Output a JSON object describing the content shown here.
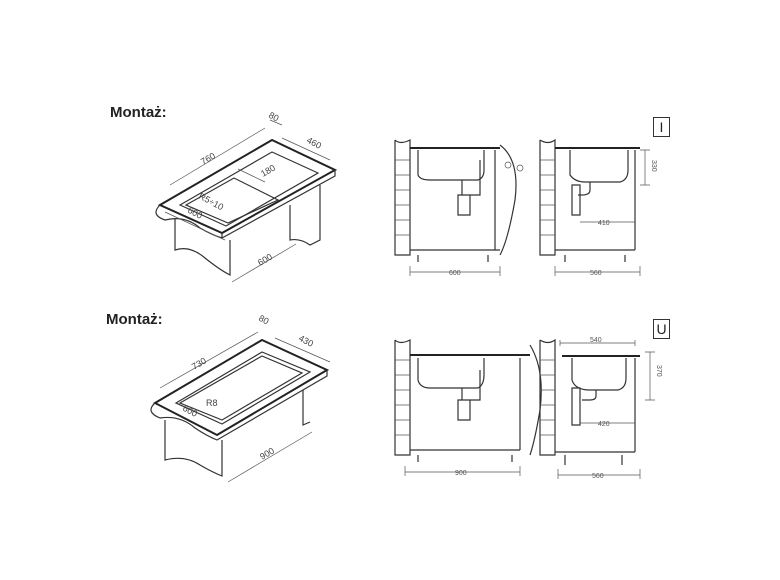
{
  "sections": [
    {
      "title": "Montaż:",
      "mark": "I",
      "iso": {
        "overhang": "80",
        "depth": "460",
        "length": "760",
        "inner": "180",
        "radius": "R5÷10",
        "front": "600",
        "cabinet": "600"
      },
      "side_left": {
        "width": "600"
      },
      "side_right": {
        "height": "330",
        "drain": "410",
        "width": "560"
      }
    },
    {
      "title": "Montaż:",
      "mark": "U",
      "iso": {
        "overhang": "80",
        "depth": "430",
        "length": "730",
        "radius": "R8",
        "front": "600",
        "cabinet": "900"
      },
      "side_left": {
        "width": "900"
      },
      "side_right": {
        "top": "540",
        "height": "370",
        "drain": "420",
        "width": "560"
      }
    }
  ]
}
